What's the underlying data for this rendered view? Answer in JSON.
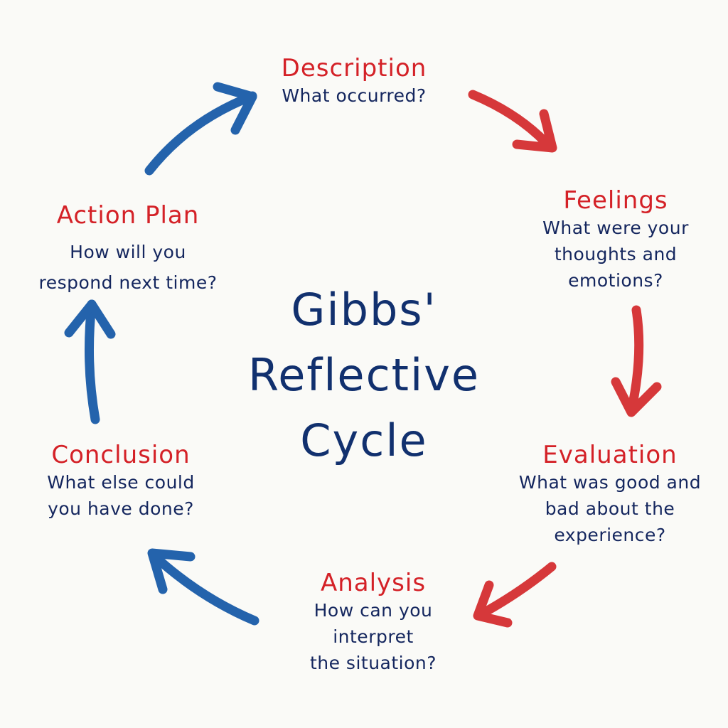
{
  "title": "Gibbs'\nReflective\nCycle",
  "colors": {
    "stage_title": "#d42127",
    "question_text": "#14265e",
    "center_title": "#11306e",
    "red_arrow": "#d6383a",
    "blue_arrow": "#2463ac",
    "background": "#fafaf7"
  },
  "stages": [
    {
      "name": "Description",
      "question": "What occurred?"
    },
    {
      "name": "Feelings",
      "question": "What were your\nthoughts and\nemotions?"
    },
    {
      "name": "Evaluation",
      "question": "What was good and\nbad about the\nexperience?"
    },
    {
      "name": "Analysis",
      "question": "How can you\ninterpret\nthe situation?"
    },
    {
      "name": "Conclusion",
      "question": "What else could\nyou have done?"
    },
    {
      "name": "Action Plan",
      "question": "How will you\nrespond next time?"
    }
  ],
  "arrows": [
    {
      "from": "Description",
      "to": "Feelings",
      "color": "red"
    },
    {
      "from": "Feelings",
      "to": "Evaluation",
      "color": "red"
    },
    {
      "from": "Evaluation",
      "to": "Analysis",
      "color": "red"
    },
    {
      "from": "Analysis",
      "to": "Conclusion",
      "color": "blue"
    },
    {
      "from": "Conclusion",
      "to": "Action Plan",
      "color": "blue"
    },
    {
      "from": "Action Plan",
      "to": "Description",
      "color": "blue"
    }
  ]
}
